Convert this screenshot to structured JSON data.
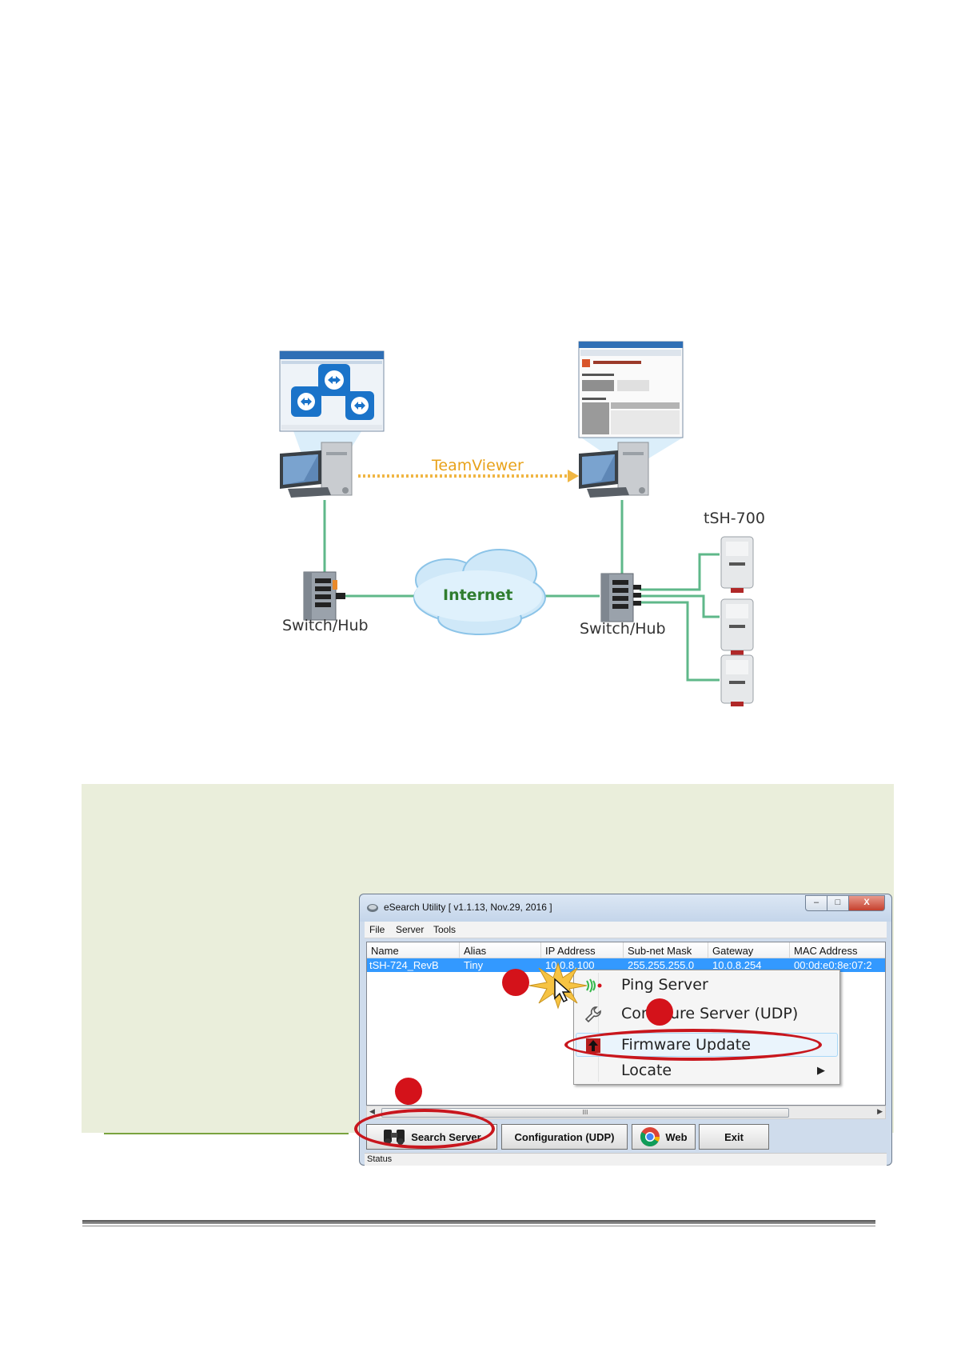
{
  "diagram": {
    "left_label": "Switch/Hub",
    "right_label": "Switch/Hub",
    "link_label": "TeamViewer",
    "cloud_label": "Internet",
    "device_label": "tSH-700"
  },
  "window": {
    "title": "eSearch Utility [ v1.1.13, Nov.29, 2016 ]",
    "controls": {
      "minimize": "–",
      "maximize": "□",
      "close": "X"
    },
    "menu": [
      "File",
      "Server",
      "Tools"
    ],
    "columns": [
      "Name",
      "Alias",
      "IP Address",
      "Sub-net Mask",
      "Gateway",
      "MAC Address"
    ],
    "rows": [
      [
        "tSH-724_RevB",
        "Tiny",
        "10.0.8.100",
        "255.255.255.0",
        "10.0.8.254",
        "00:0d:e0:8e:07:2"
      ]
    ],
    "scroll_grip": "III",
    "buttons": {
      "search": "Search Server",
      "config": "Configuration (UDP)",
      "web": "Web",
      "exit": "Exit"
    },
    "status": "Status"
  },
  "context_menu": {
    "items": [
      "Ping Server",
      "Configure Server (UDP)",
      "Firmware Update",
      "Locate"
    ],
    "submenu_arrow": "▶"
  },
  "colors": {
    "annotation_red": "#c8161d",
    "selection_blue": "#3399ff",
    "note_bg": "#eaeedb",
    "link_green": "#5fb88a"
  }
}
